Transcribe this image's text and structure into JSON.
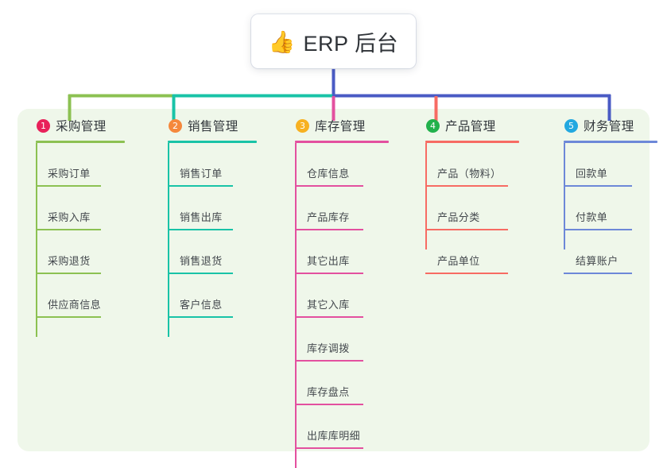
{
  "root": {
    "icon": "thumbs-up-icon",
    "icon_glyph": "👍",
    "title": "ERP 后台"
  },
  "colors": {
    "panel_bg": "#eff7ea",
    "page_bg": "#ffffff",
    "text": "#33383d",
    "trunk_blue": "#4a5bc4",
    "segment_green": "#7cbf4a",
    "segment_teal": "#19c3a7"
  },
  "columns": [
    {
      "index": "1",
      "badge_color": "#e8215a",
      "line_color": "#8cc152",
      "title": "采购管理",
      "items": [
        "采购订单",
        "采购入库",
        "采购退货",
        "供应商信息"
      ]
    },
    {
      "index": "2",
      "badge_color": "#f5883c",
      "line_color": "#19c3a7",
      "title": "销售管理",
      "items": [
        "销售订单",
        "销售出库",
        "销售退货",
        "客户信息"
      ]
    },
    {
      "index": "3",
      "badge_color": "#f7b121",
      "line_color": "#e3509f",
      "title": "库存管理",
      "items": [
        "仓库信息",
        "产品库存",
        "其它出库",
        "其它入库",
        "库存调拨",
        "库存盘点",
        "出库库明细"
      ]
    },
    {
      "index": "4",
      "badge_color": "#22b14c",
      "line_color": "#f76b63",
      "title": "产品管理",
      "items": [
        "产品（物料）",
        "产品分类",
        "产品单位"
      ]
    },
    {
      "index": "5",
      "badge_color": "#22a8e0",
      "line_color": "#6d88d8",
      "title": "财务管理",
      "items": [
        "回款单",
        "付款单",
        "结算账户"
      ]
    }
  ]
}
